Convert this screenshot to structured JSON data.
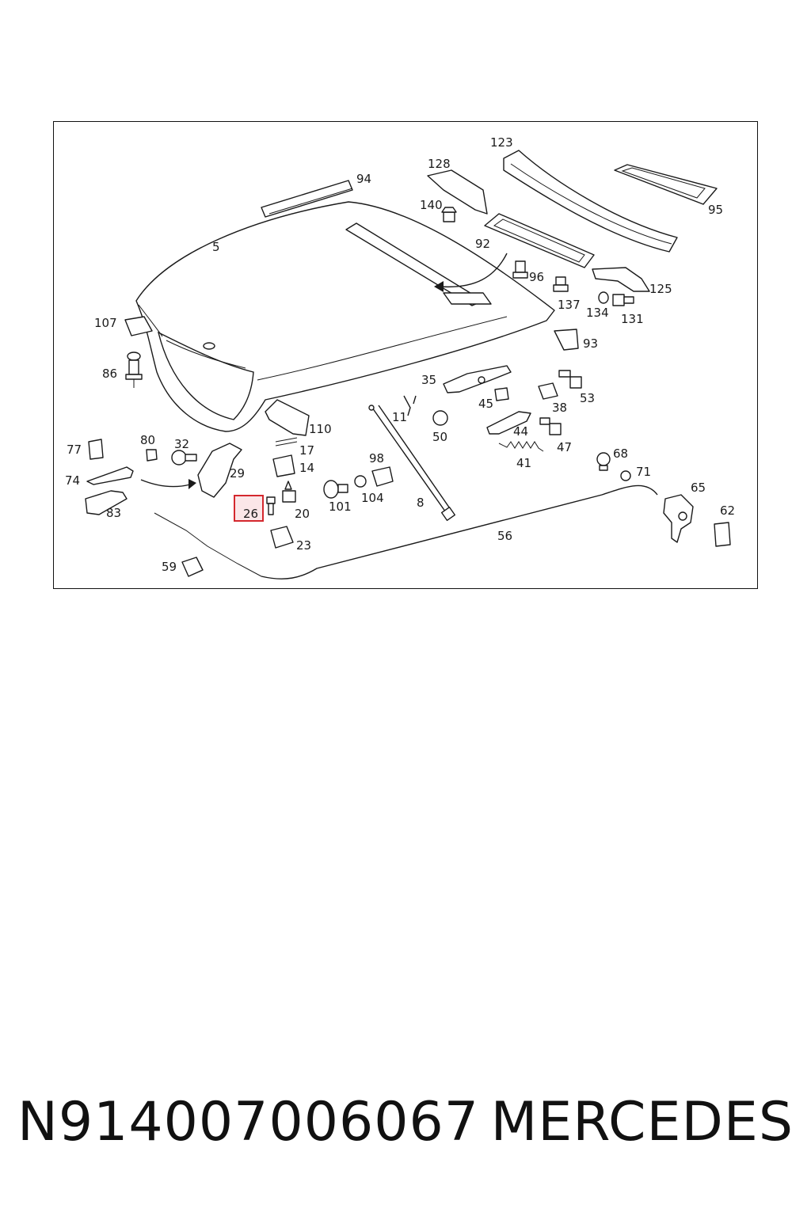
{
  "diagram": {
    "labels": {
      "p5": "5",
      "p8": "8",
      "p11": "11",
      "p14": "14",
      "p17": "17",
      "p20": "20",
      "p23": "23",
      "p26": "26",
      "p29": "29",
      "p32": "32",
      "p35": "35",
      "p38": "38",
      "p41": "41",
      "p44": "44",
      "p45": "45",
      "p47": "47",
      "p50": "50",
      "p53": "53",
      "p56": "56",
      "p59": "59",
      "p62": "62",
      "p65": "65",
      "p68": "68",
      "p71": "71",
      "p74": "74",
      "p77": "77",
      "p80": "80",
      "p83": "83",
      "p86": "86",
      "p92": "92",
      "p93": "93",
      "p94": "94",
      "p95": "95",
      "p96": "96",
      "p98": "98",
      "p101": "101",
      "p104": "104",
      "p107": "107",
      "p110": "110",
      "p123": "123",
      "p125": "125",
      "p128": "128",
      "p131": "131",
      "p134": "134",
      "p137": "137",
      "p140": "140"
    },
    "highlighted_part": "26",
    "highlight_color": "#d4282e"
  },
  "caption": {
    "part_number": "N914007006067",
    "brand": "MERCEDES"
  }
}
